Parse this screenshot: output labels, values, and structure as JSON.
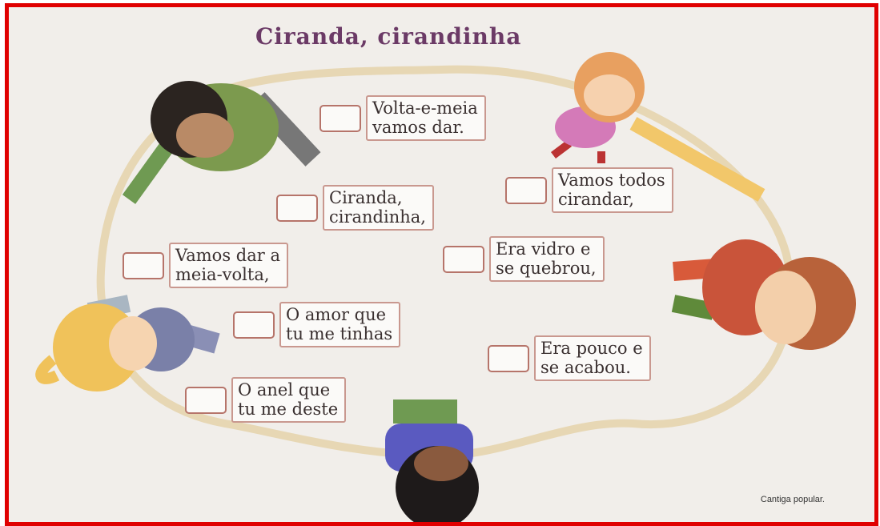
{
  "title": "Ciranda, cirandinha",
  "verses": [
    {
      "text": "Volta-e-meia\nvamos dar."
    },
    {
      "text": "Vamos todos\ncirandar,"
    },
    {
      "text": "Ciranda,\ncirandinha,"
    },
    {
      "text": "Vamos dar a\nmeia-volta,"
    },
    {
      "text": "Era vidro e\nse quebrou,"
    },
    {
      "text": "O amor que\ntu me tinhas"
    },
    {
      "text": "Era pouco e\nse acabou."
    },
    {
      "text": "O anel que\ntu me deste"
    }
  ],
  "footer": "Cantiga popular.",
  "colors": {
    "border": "#e00000",
    "title": "#6b3a66",
    "box_border": "#b6746a"
  }
}
